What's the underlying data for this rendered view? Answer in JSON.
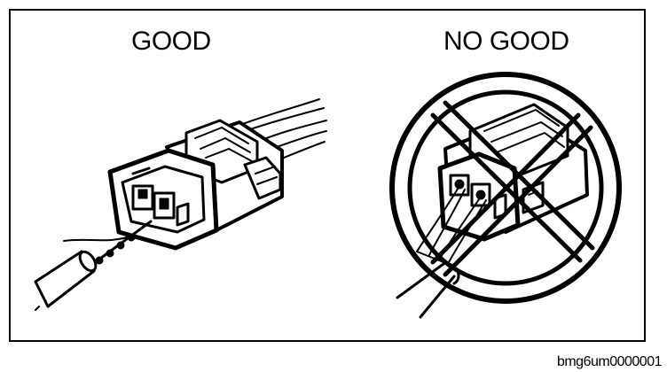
{
  "labels": {
    "good": "GOOD",
    "no_good": "NO GOOD",
    "figure_code": "bmg6um0000001"
  },
  "colors": {
    "ink": "#000000",
    "paper": "#ffffff"
  }
}
